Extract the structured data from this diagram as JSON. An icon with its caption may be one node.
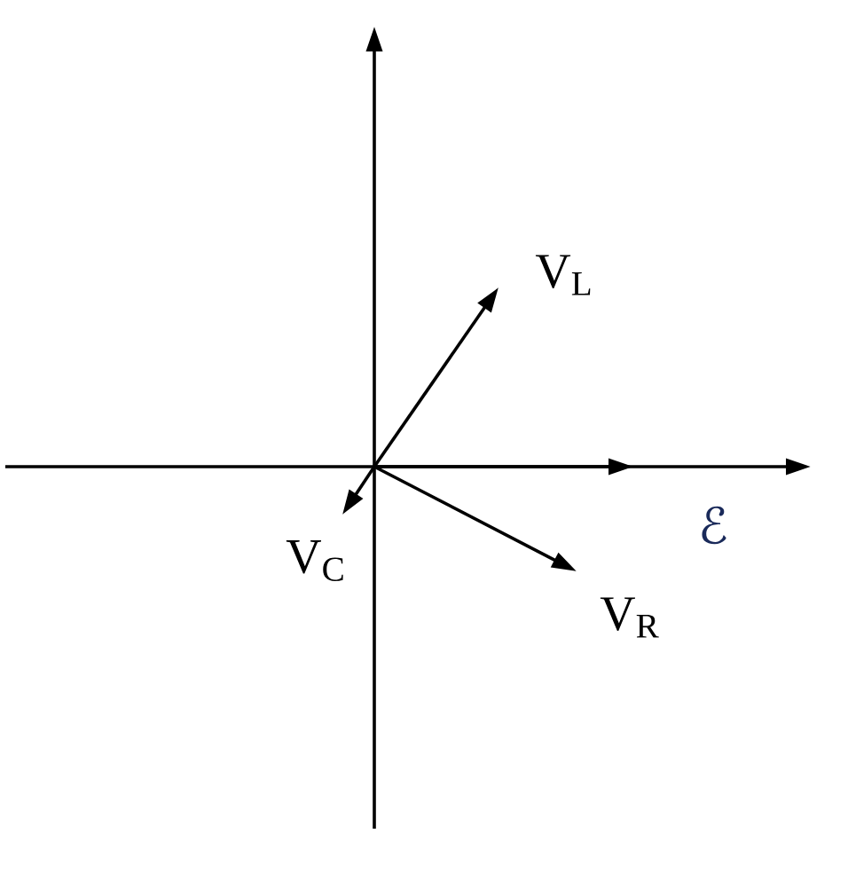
{
  "diagram": {
    "labels": [
      "V$_{L}$",
      "ℰ",
      "V$_{C}$",
      "V$_{R}$"
    ]
  }
}
